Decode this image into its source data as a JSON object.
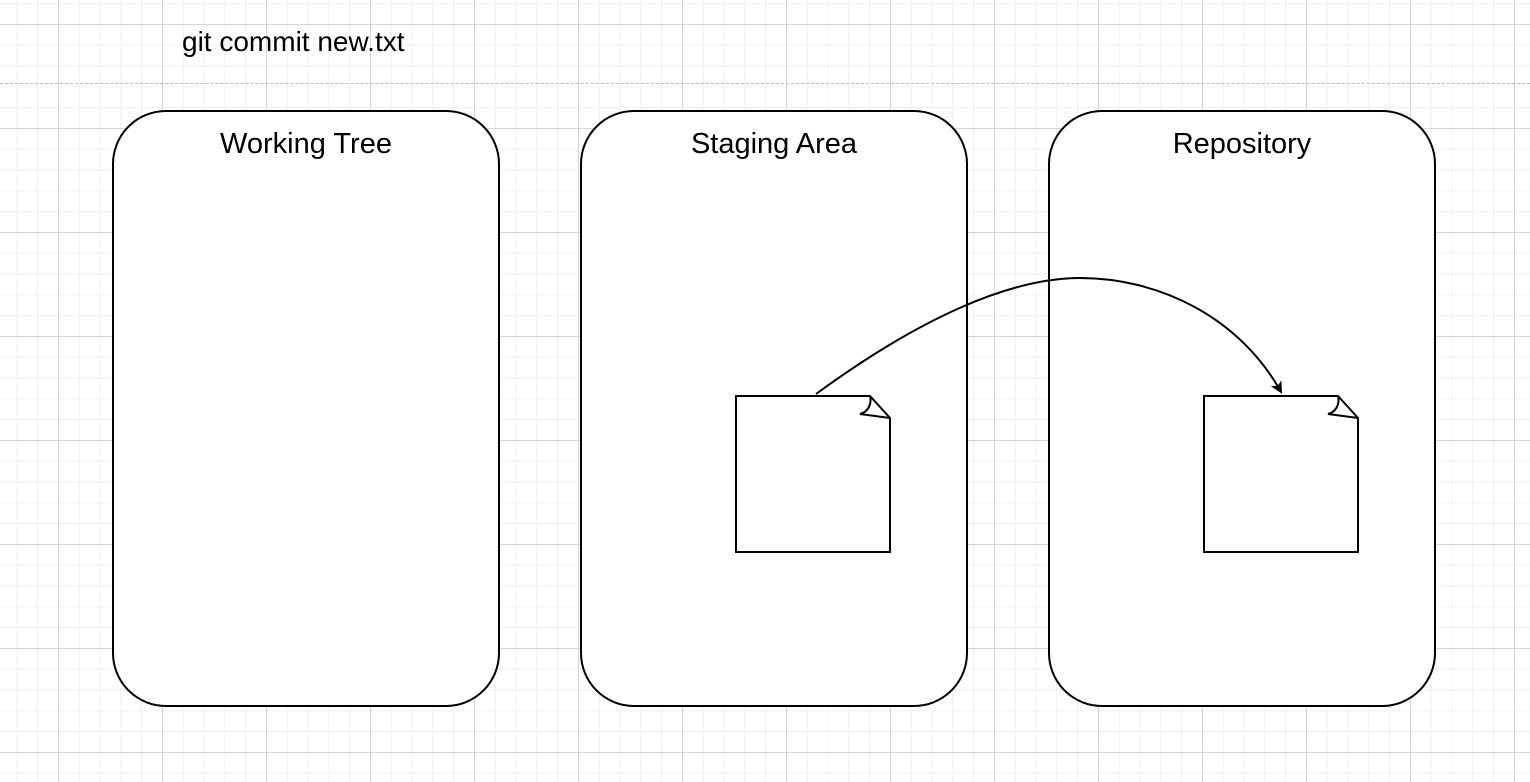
{
  "command": "git commit new.txt",
  "areas": [
    {
      "label": "Working Tree"
    },
    {
      "label": "Staging Area"
    },
    {
      "label": "Repository"
    }
  ],
  "files": [
    {
      "area": "Staging Area"
    },
    {
      "area": "Repository"
    }
  ],
  "arrow": {
    "from": "Staging Area file",
    "to": "Repository file"
  }
}
